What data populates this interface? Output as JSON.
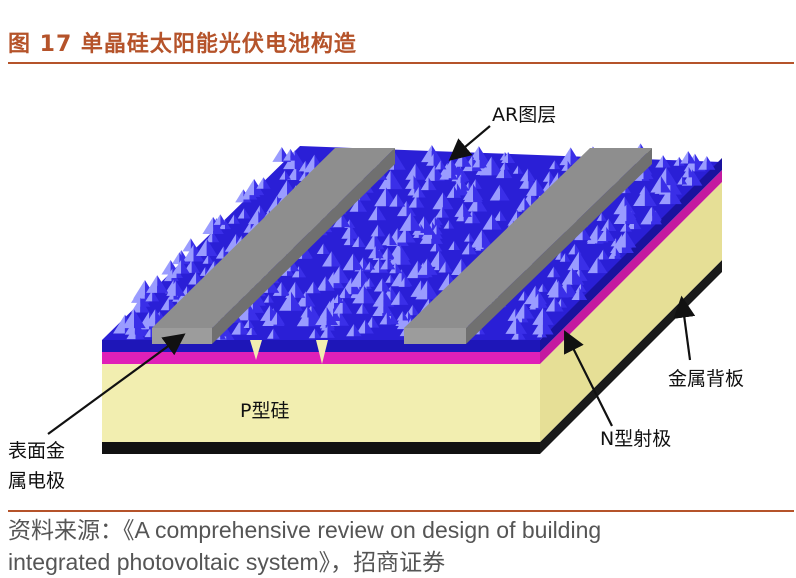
{
  "figure": {
    "title": "图 17 单晶硅太阳能光伏电池构造"
  },
  "labels": {
    "ar_layer": "AR图层",
    "back_plate": "金属背板",
    "p_silicon": "P型硅",
    "n_emitter": "N型射极",
    "surface_electrode_line1": "表面金",
    "surface_electrode_line2": "属电极"
  },
  "source": {
    "line1": "资料来源：《A comprehensive review on design of building",
    "line2": "integrated photovoltaic system》，招商证券"
  },
  "colors": {
    "title": "#b5532a",
    "ar_blue": "#2a1fd6",
    "pyramid_light": "#9a9cff",
    "n_layer_pink": "#e020b8",
    "p_silicon_yellow": "#f2eeb0",
    "electrode_gray": "#8e8e8e",
    "back_plate_black": "#111111"
  }
}
